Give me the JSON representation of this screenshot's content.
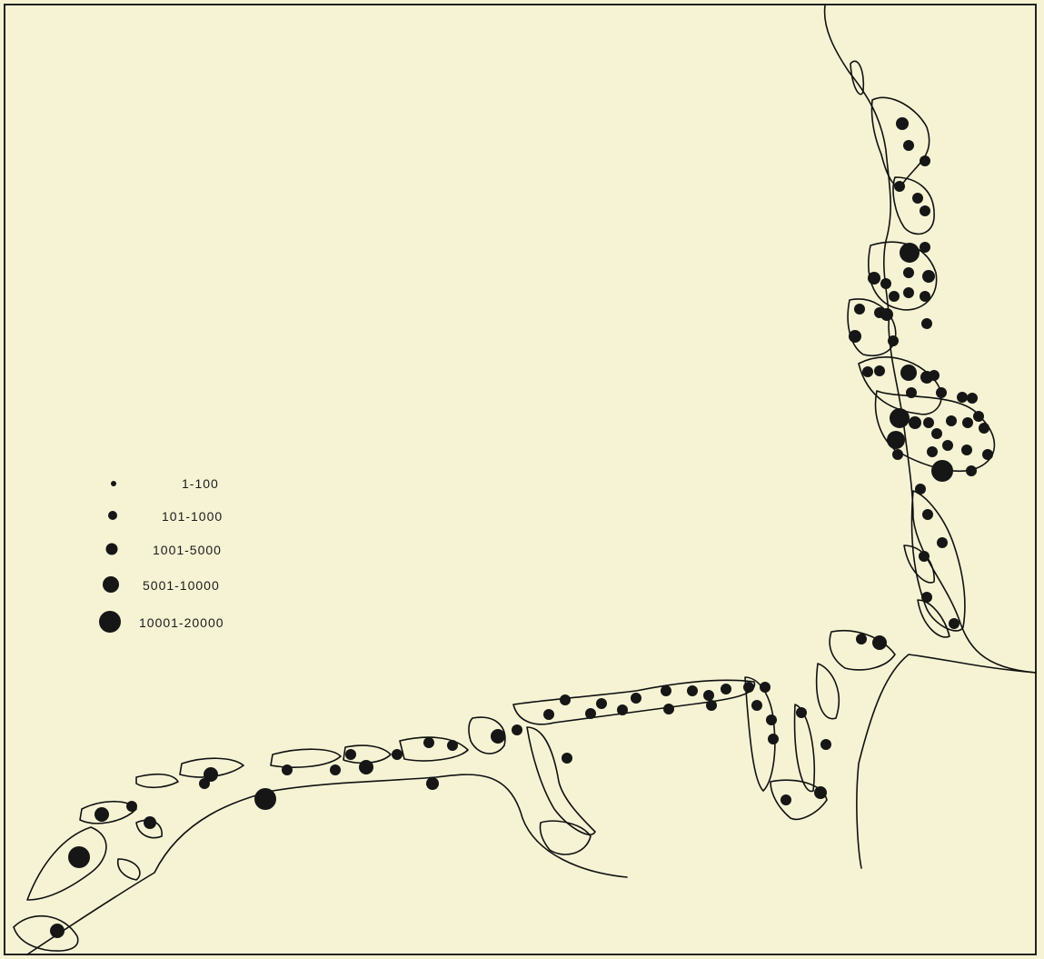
{
  "legend": {
    "classes": [
      {
        "label": "1-100",
        "radius": 3
      },
      {
        "label": "101-1000",
        "radius": 5
      },
      {
        "label": "1001-5000",
        "radius": 6.5
      },
      {
        "label": "5001-10000",
        "radius": 9
      },
      {
        "label": "10001-20000",
        "radius": 12
      }
    ]
  },
  "colors": {
    "background": "#f6f3d4",
    "ink": "#161616"
  }
}
